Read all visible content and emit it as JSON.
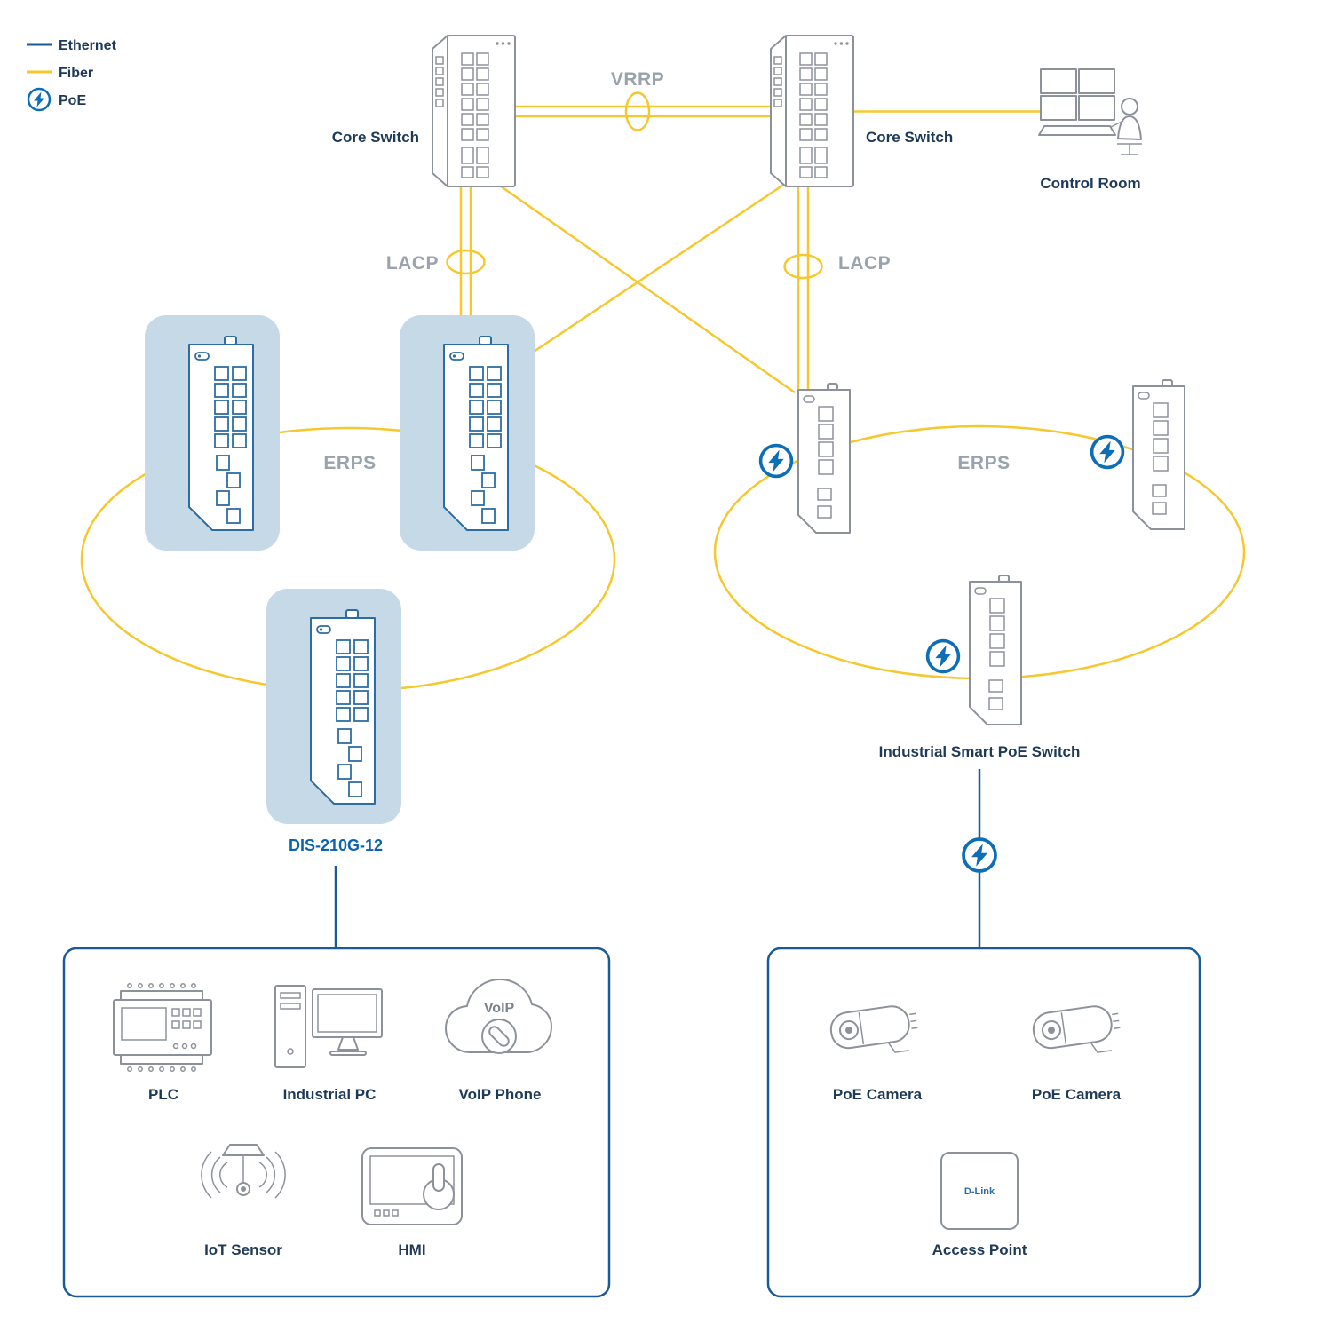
{
  "legend": {
    "ethernet": "Ethernet",
    "fiber": "Fiber",
    "poe": "PoE"
  },
  "labels": {
    "vrrp": "VRRP",
    "lacp_left": "LACP",
    "lacp_right": "LACP",
    "erps_left": "ERPS",
    "erps_right": "ERPS"
  },
  "devices": {
    "core_switch_left": "Core Switch",
    "core_switch_right": "Core Switch",
    "control_room": "Control Room",
    "dis_switch": "DIS-210G-12",
    "industrial_poe_switch": "Industrial Smart PoE Switch"
  },
  "edge_devices": {
    "plc": "PLC",
    "industrial_pc": "Industrial PC",
    "voip_phone": "VoIP Phone",
    "voip_cloud_text": "VoIP",
    "iot_sensor": "IoT Sensor",
    "hmi": "HMI",
    "poe_camera_left": "PoE Camera",
    "poe_camera_right": "PoE Camera",
    "access_point": "Access Point",
    "access_point_brand": "D-Link"
  },
  "colors": {
    "ethernet": "#1a5a96",
    "fiber": "#f7c72e",
    "poe": "#0d6eb8",
    "highlight": "#c5d9e7",
    "device_text": "#1f3a57",
    "muted_label": "#9aa2ab",
    "icon_stroke": "#8d929a",
    "accent_text": "#0a64b0"
  }
}
